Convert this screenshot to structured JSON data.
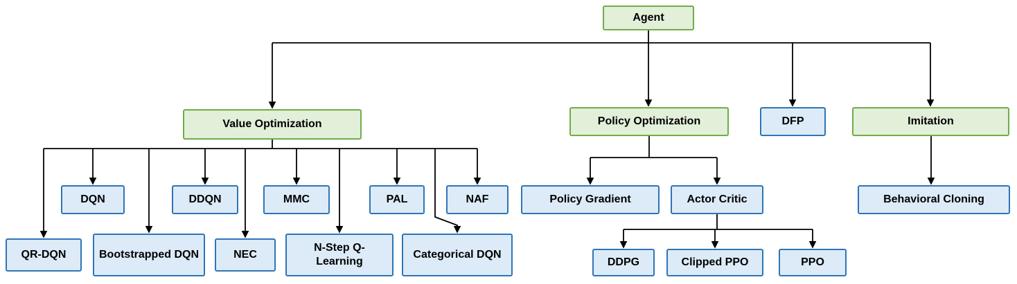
{
  "diagram": {
    "type": "tree",
    "root": "Agent"
  },
  "colors": {
    "category_fill": "#e2efd9",
    "category_border": "#70ad47",
    "algorithm_fill": "#dcebf7",
    "algorithm_border": "#2e75b6",
    "connector": "#000000"
  },
  "nodes": {
    "agent": {
      "label": "Agent",
      "kind": "category"
    },
    "value_optimization": {
      "label": "Value Optimization",
      "kind": "category"
    },
    "policy_optimization": {
      "label": "Policy Optimization",
      "kind": "category"
    },
    "dfp": {
      "label": "DFP",
      "kind": "algorithm"
    },
    "imitation": {
      "label": "Imitation",
      "kind": "category"
    },
    "dqn": {
      "label": "DQN",
      "kind": "algorithm"
    },
    "ddqn": {
      "label": "DDQN",
      "kind": "algorithm"
    },
    "mmc": {
      "label": "MMC",
      "kind": "algorithm"
    },
    "pal": {
      "label": "PAL",
      "kind": "algorithm"
    },
    "naf": {
      "label": "NAF",
      "kind": "algorithm"
    },
    "qr_dqn": {
      "label": "QR-DQN",
      "kind": "algorithm"
    },
    "bootstrapped_dqn": {
      "label": "Bootstrapped DQN",
      "kind": "algorithm"
    },
    "nec": {
      "label": "NEC",
      "kind": "algorithm"
    },
    "n_step_q_learning": {
      "label": "N-Step Q-Learning",
      "kind": "algorithm"
    },
    "categorical_dqn": {
      "label": "Categorical DQN",
      "kind": "algorithm"
    },
    "policy_gradient": {
      "label": "Policy Gradient",
      "kind": "algorithm"
    },
    "actor_critic": {
      "label": "Actor Critic",
      "kind": "algorithm"
    },
    "ddpg": {
      "label": "DDPG",
      "kind": "algorithm"
    },
    "clipped_ppo": {
      "label": "Clipped PPO",
      "kind": "algorithm"
    },
    "ppo": {
      "label": "PPO",
      "kind": "algorithm"
    },
    "behavioral_cloning": {
      "label": "Behavioral Cloning",
      "kind": "algorithm"
    }
  },
  "edges": [
    [
      "Agent",
      "Value Optimization"
    ],
    [
      "Agent",
      "Policy Optimization"
    ],
    [
      "Agent",
      "DFP"
    ],
    [
      "Agent",
      "Imitation"
    ],
    [
      "Value Optimization",
      "QR-DQN"
    ],
    [
      "Value Optimization",
      "DQN"
    ],
    [
      "Value Optimization",
      "Bootstrapped DQN"
    ],
    [
      "Value Optimization",
      "DDQN"
    ],
    [
      "Value Optimization",
      "NEC"
    ],
    [
      "Value Optimization",
      "MMC"
    ],
    [
      "Value Optimization",
      "N-Step Q-Learning"
    ],
    [
      "Value Optimization",
      "PAL"
    ],
    [
      "Value Optimization",
      "Categorical DQN"
    ],
    [
      "Value Optimization",
      "NAF"
    ],
    [
      "Policy Optimization",
      "Policy Gradient"
    ],
    [
      "Policy Optimization",
      "Actor Critic"
    ],
    [
      "Actor Critic",
      "DDPG"
    ],
    [
      "Actor Critic",
      "Clipped PPO"
    ],
    [
      "Actor Critic",
      "PPO"
    ],
    [
      "Imitation",
      "Behavioral Cloning"
    ]
  ]
}
